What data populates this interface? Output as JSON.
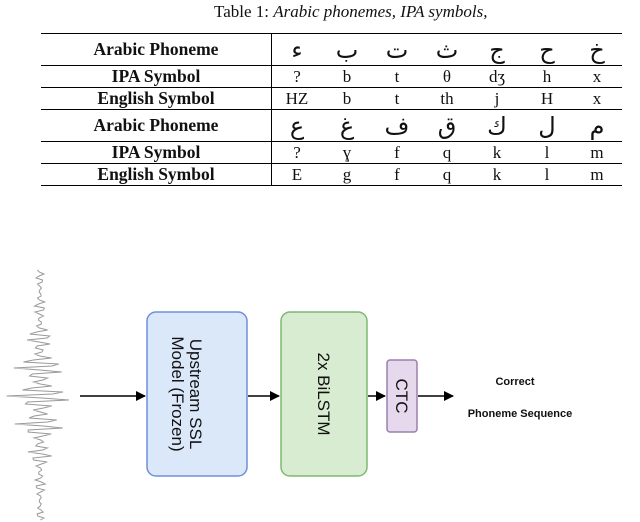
{
  "caption": {
    "prefix": "Table 1:",
    "text": "Arabic phonemes, IPA symbols,"
  },
  "table": {
    "labels": {
      "arabic": "Arabic Phoneme",
      "ipa": "IPA Symbol",
      "english": "English Symbol"
    },
    "block1": {
      "arabic": [
        "ء",
        "ب",
        "ت",
        "ث",
        "ج",
        "ح",
        "خ"
      ],
      "ipa": [
        "?",
        "b",
        "t",
        "θ",
        "dʒ",
        "h",
        "x"
      ],
      "english": [
        "HZ",
        "b",
        "t",
        "th",
        "j",
        "H",
        "x"
      ]
    },
    "block2": {
      "arabic": [
        "ع",
        "غ",
        "ف",
        "ق",
        "ك",
        "ل",
        "م"
      ],
      "ipa": [
        "?",
        "ɣ",
        "f",
        "q",
        "k",
        "l",
        "m"
      ],
      "english": [
        "E",
        "g",
        "f",
        "q",
        "k",
        "l",
        "m"
      ]
    }
  },
  "diagram": {
    "boxes": {
      "upstream": {
        "lines": [
          "Upstream SSL",
          "Model (Frozen)"
        ],
        "fill": "#dbe8fa",
        "stroke": "#6f8fd8"
      },
      "bilstm": {
        "lines": [
          "2x BiLSTM"
        ],
        "fill": "#d7ecd0",
        "stroke": "#7fb871"
      },
      "ctc": {
        "lines": [
          "CTC"
        ],
        "fill": "#e6d9ee",
        "stroke": "#9a7fb0"
      }
    },
    "output": {
      "line1": "Correct",
      "line2": "Phoneme Sequence"
    }
  }
}
